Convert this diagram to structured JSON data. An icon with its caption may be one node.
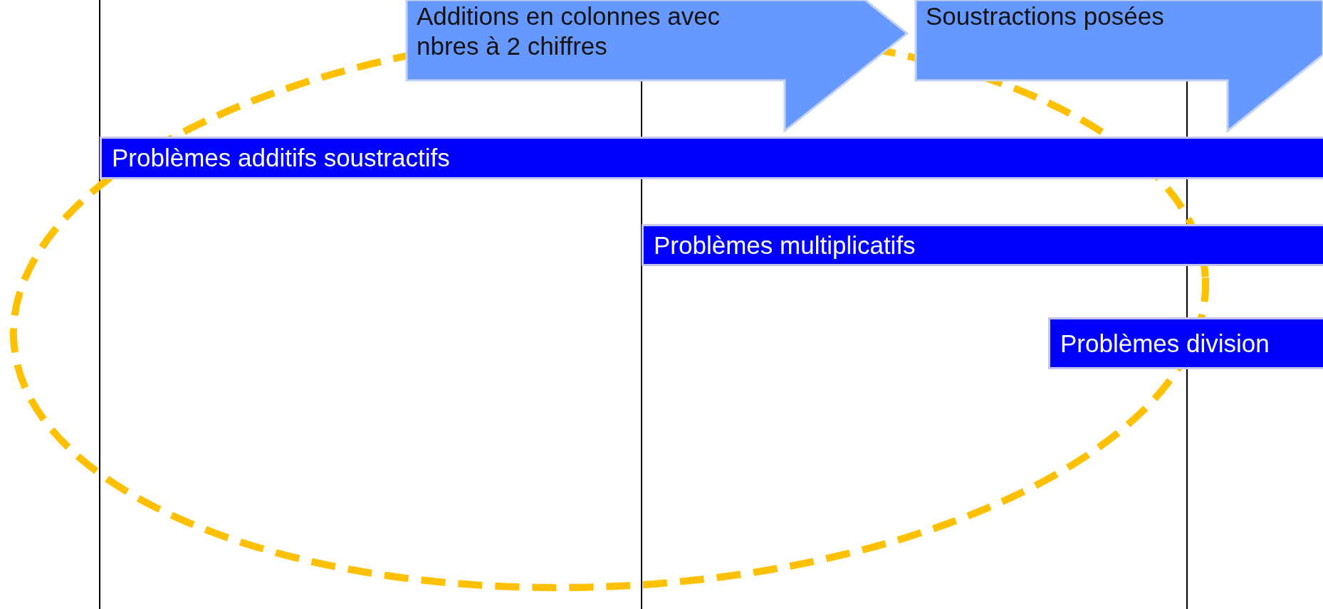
{
  "diagram": {
    "nodes": [
      {
        "text": [
          "Additions en colonnes avec nbres à 2 chiffres"
        ]
      },
      {
        "text": [
          "Soustractions posées"
        ]
      },
      {
        "text": [
          "Problèmes additifs soustractifs"
        ]
      },
      {
        "text": [
          "Problèmes multiplicatifs"
        ]
      },
      {
        "text": [
          "Problèmes division"
        ]
      }
    ]
  }
}
